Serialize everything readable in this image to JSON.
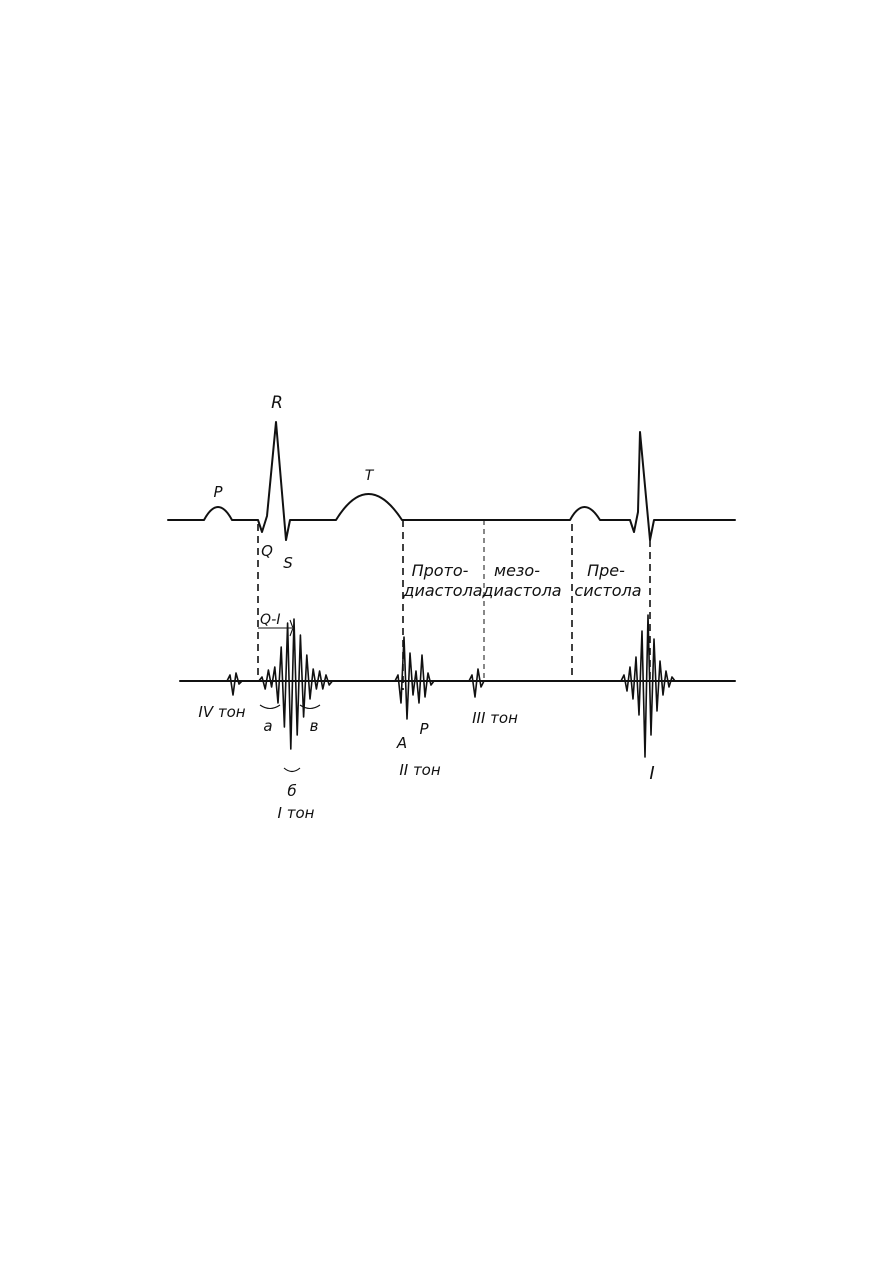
{
  "colors": {
    "ink": "#111111",
    "paper": "#ffffff"
  },
  "ecg": {
    "p_label": "P",
    "q_label": "Q",
    "r_label": "R",
    "s_label": "S",
    "t_label": "T"
  },
  "phases": {
    "protodiastole": [
      "Прото-",
      "диастола"
    ],
    "mesodiastole": [
      "мезо-",
      "диастола"
    ],
    "presystole": [
      "Пре-",
      "систола"
    ]
  },
  "pcg": {
    "q1_interval": "Q-I",
    "tone4": "IV тон",
    "tone1_a": "а",
    "tone1_b": "б",
    "tone1_v": "в",
    "tone1": "I тон",
    "tone2_A": "А",
    "tone2_P": "Р",
    "tone2": "II тон",
    "tone3": "III тон",
    "tone1_next": "I"
  }
}
